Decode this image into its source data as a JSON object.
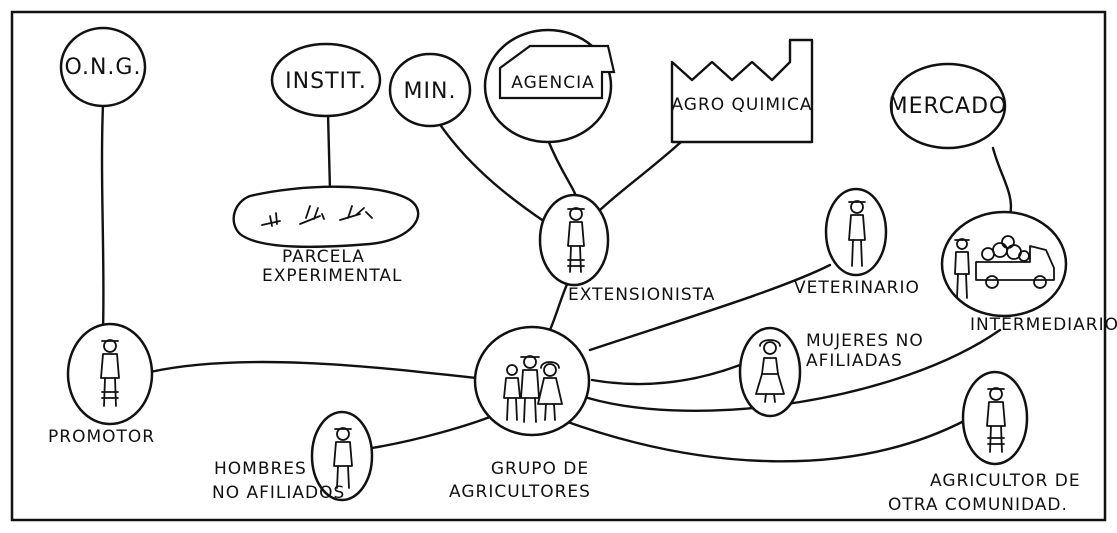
{
  "nodes": {
    "ong": "O.N.G.",
    "instit": "INSTIT.",
    "min": "MIN.",
    "agencia": "AGENCIA",
    "agroquimica": "AGRO QUIMICA",
    "mercado": "MERCADO",
    "parcela_1": "PARCELA",
    "parcela_2": "EXPERIMENTAL",
    "extensionista": "EXTENSIONISTA",
    "veterinario": "VETERINARIO",
    "intermediario": "INTERMEDIARIO",
    "mujeres_1": "MUJERES NO",
    "mujeres_2": "AFILIADAS",
    "promotor": "PROMOTOR",
    "hombres_1": "HOMBRES",
    "hombres_2": "NO AFILIADOS",
    "grupo_1": "GRUPO DE",
    "grupo_2": "AGRICULTORES",
    "agricultor_1": "AGRICULTOR DE",
    "agricultor_2": "OTRA COMUNIDAD."
  }
}
